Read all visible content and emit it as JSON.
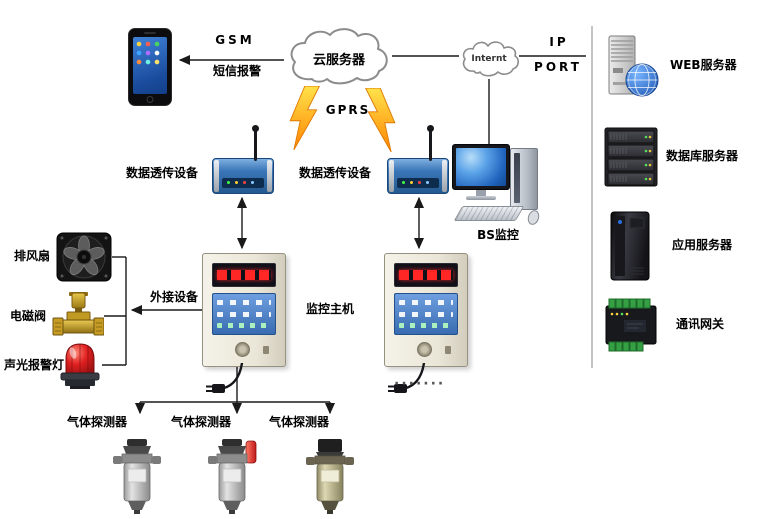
{
  "phone": {
    "gsm_label": "GSM",
    "sms_label": "短信报警"
  },
  "cloud": {
    "label": "云服务器"
  },
  "internet": {
    "label": "Internt",
    "ip": "IP",
    "port": "PORT"
  },
  "gprs_label": "GPRS",
  "dtu_left_label": "数据透传设备",
  "dtu_right_label": "数据透传设备",
  "bs_label": "BS监控",
  "servers": [
    {
      "label": "WEB服务器",
      "icon": "web-server-icon"
    },
    {
      "label": "数据库服务器",
      "icon": "database-server-icon"
    },
    {
      "label": "应用服务器",
      "icon": "application-server-icon"
    },
    {
      "label": "通讯网关",
      "icon": "comm-gateway-icon"
    }
  ],
  "external_devices": {
    "group_label": "外接设备",
    "items": [
      {
        "label": "排风扇",
        "icon": "exhaust-fan-icon"
      },
      {
        "label": "电磁阀",
        "icon": "solenoid-valve-icon"
      },
      {
        "label": "声光报警灯",
        "icon": "sound-light-alarm-icon"
      }
    ]
  },
  "host_label": "监控主机",
  "detector_labels": [
    "气体探测器",
    "气体探测器",
    "气体探测器"
  ],
  "ellipsis": "·······",
  "colors": {
    "bolt_yellow": "#ffe24a",
    "bolt_orange": "#ff8400",
    "dtu_blue": "#3a76b8",
    "panel_face": "#efead9",
    "panel_screen_blue": "#4f87cf",
    "led_red": "#ff2626",
    "alarm_red": "#e02020",
    "line": "#1a1a1a"
  }
}
